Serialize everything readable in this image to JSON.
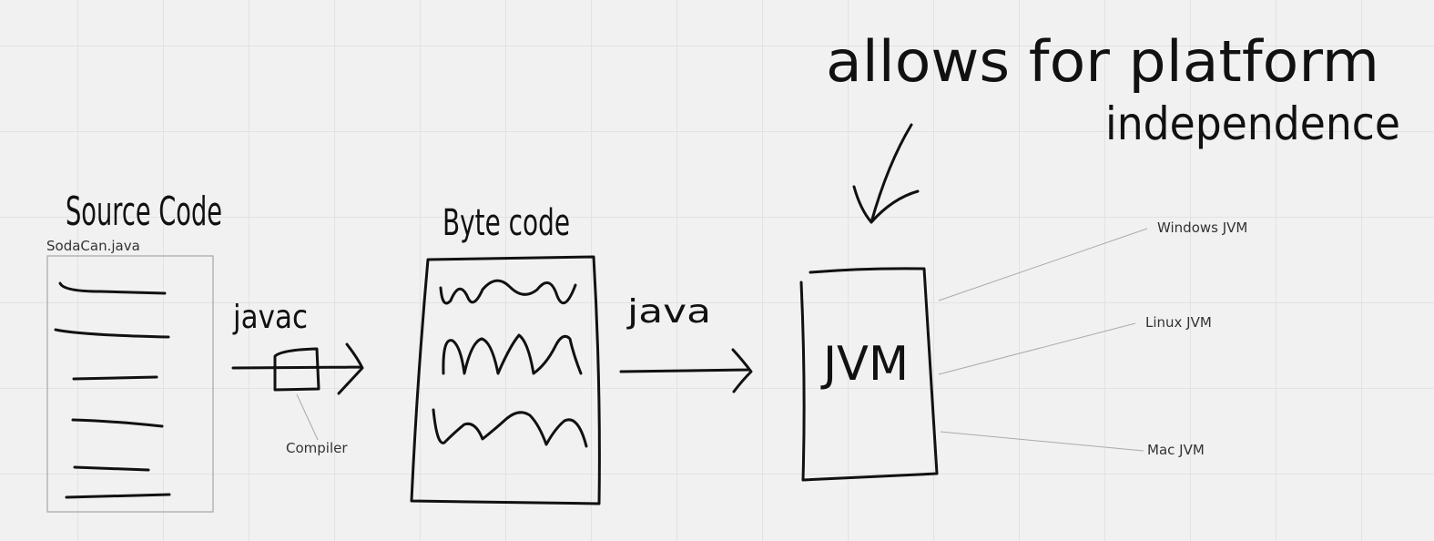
{
  "diagram": {
    "source_heading": "Source Code",
    "source_filename": "SodaCan.java",
    "javac_label": "javac",
    "compiler_label": "Compiler",
    "bytecode_heading": "Byte code",
    "java_label": "java",
    "jvm_label": "JVM",
    "note_line1": "allows for platform",
    "note_line2": "independence",
    "platforms": [
      "Windows JVM",
      "Linux JVM",
      "Mac JVM"
    ]
  }
}
